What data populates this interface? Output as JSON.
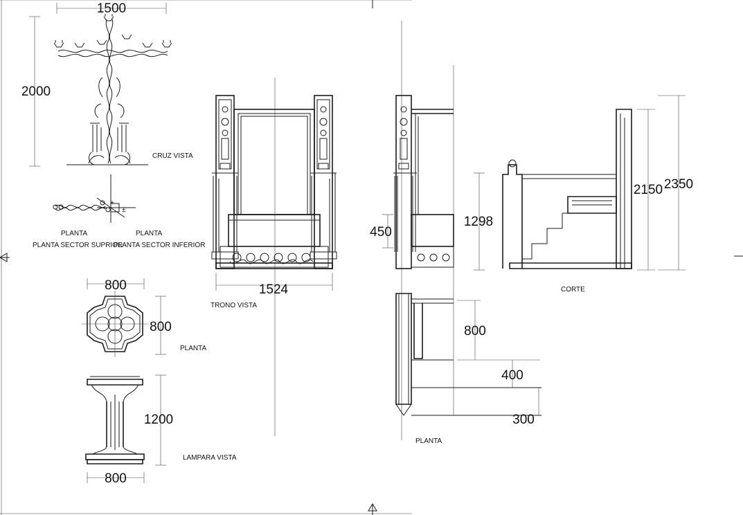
{
  "drawing": {
    "cross": {
      "title": "CRUZ  VISTA",
      "width": "1500",
      "height": "2000",
      "plan_left": "PLANTA",
      "plan_left_sub": "PLANTA SECTOR SUPRIOR",
      "plan_right": "PLANTA",
      "plan_right_sub": "PLANTA SECTOR INFERIOR"
    },
    "lamp": {
      "plan_title": "PLANTA",
      "plan_width": "800",
      "plan_depth": "800",
      "view_title": "LAMPARA VISTA",
      "height": "1200",
      "base_width": "800"
    },
    "throne": {
      "title": "TRONO VISTA",
      "width": "1524"
    },
    "section": {
      "title": "CORTE",
      "dim_left": "450",
      "dim_seat": "1298",
      "dim_back": "2150",
      "dim_total": "2350"
    },
    "plan": {
      "title": "PLANTA",
      "dim_a": "800",
      "dim_b": "400",
      "dim_c": "300"
    }
  },
  "colors": {
    "line": "#1a1a1a",
    "background": "#ffffff"
  }
}
